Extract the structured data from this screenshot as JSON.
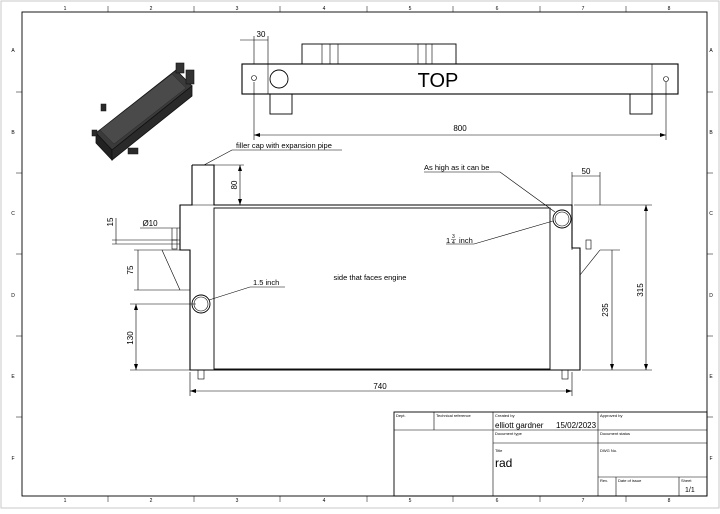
{
  "zones": {
    "columns": [
      "1",
      "2",
      "3",
      "4",
      "5",
      "6",
      "7",
      "8"
    ],
    "rows": [
      "A",
      "B",
      "C",
      "D",
      "E",
      "F"
    ]
  },
  "top_view": {
    "label": "TOP",
    "dim_overall": "800",
    "dim_offset": "30"
  },
  "front_view": {
    "center_note": "side that faces engine",
    "dim_width": "740",
    "dim_height": "315",
    "dim_right_port": "235",
    "dim_left_port": "130",
    "dim_filler": "80",
    "dim_right_gap": "50",
    "dim_tab_height": "15",
    "dim_mount": "75",
    "dim_diameter": "Ø10"
  },
  "notes": {
    "filler_cap": "filler cap with expansion pipe",
    "as_high": "As high as it can be",
    "left_pipe": "1.5 inch",
    "right_pipe_whole": "1",
    "right_pipe_num": "3",
    "right_pipe_den": "4",
    "right_pipe_unit": "inch"
  },
  "title_block": {
    "dept_label": "Dept.",
    "tech_ref_label": "Technical reference",
    "created_by_label": "Created by",
    "created_by": "elliott gardner",
    "date": "15/02/2023",
    "approved_by_label": "Approved by",
    "doc_type_label": "Document type",
    "doc_status_label": "Document status",
    "title_label": "Title",
    "title": "rad",
    "dwg_no_label": "DWG No.",
    "rev_label": "Rev.",
    "date_issue_label": "Date of issue",
    "sheet_label": "Sheet",
    "sheet": "1/1"
  }
}
